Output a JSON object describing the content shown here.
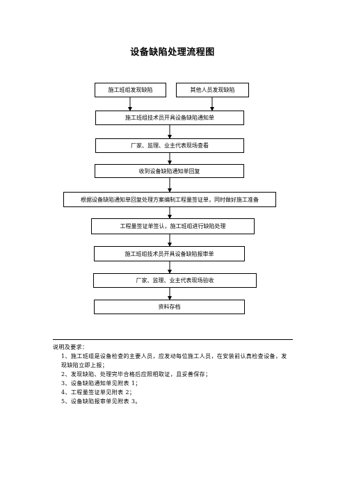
{
  "title": "设备缺陷处理流程图",
  "boxes": {
    "b1": "施工班组发现缺陷",
    "b2": "其他人员发现缺陷",
    "b3": "施工班组技术员开具设备缺陷通知单",
    "b4": "厂家、监理、业主代表现场查看",
    "b5": "收到设备缺陷通知单回复",
    "b6": "根据设备缺陷通知单回复处理方案编制工程量签证单，同时做好施工准备",
    "b7": "工程量签证单签认，施工班组进行缺陷处理",
    "b8": "施工班组技术员开具设备缺陷报审单",
    "b9": "厂家、监理、业主代表现场验收",
    "b10": "资料存档"
  },
  "notes": {
    "heading": "说明及要求：",
    "items": [
      "1、施工班组是设备检查的主要人员，应发动每位施工人员，在安装前认真检查设备，发现缺陷立即上报；",
      "2、发现缺陷、处理完毕合格后应照相取证，且妥善保存；",
      "3、设备缺陷通知单见附表 1；",
      "4、工程量签证单见附表 2；",
      "5、设备缺陷报审单见附表 3。"
    ]
  }
}
